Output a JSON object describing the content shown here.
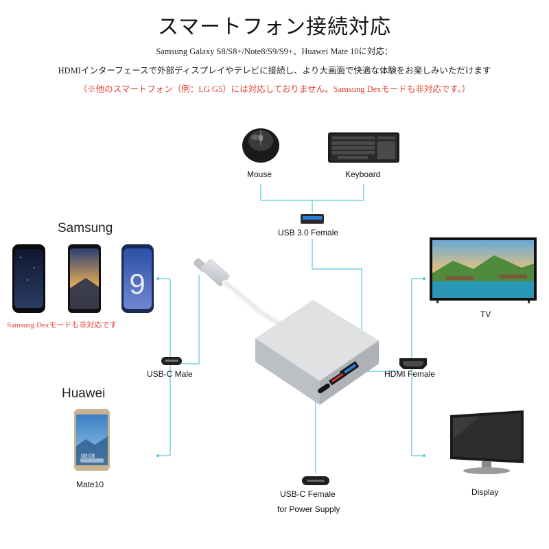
{
  "header": {
    "title": "スマートフォン接続対応",
    "line1": "Samsung Galaxy S8/S8+/Note8/S9/S9+、Huawei Mate 10に対応：",
    "line2": "HDMIインターフェースで外部ディスプレイやテレビに接続し、より大画面で快適な体験をお楽しみいただけます",
    "line3": "（※他のスマートフォン（例：LG G5）には対応しておりません。Samsung Dexモードも非対応です。）"
  },
  "devices": {
    "mouse": "Mouse",
    "keyboard": "Keyboard",
    "usb3": "USB 3.0 Female",
    "tv": "TV",
    "hdmi": "HDMI Female",
    "display": "Display",
    "usbc_female": "USB-C Female",
    "power": "for Power Supply",
    "usbc_male": "USB-C Male"
  },
  "phones": {
    "samsung_brand": "Samsung",
    "samsung_note": "Samsung Dexモードも非対応です",
    "huawei_brand": "Huawei",
    "huawei_model": "Mate10",
    "phone_clock": "08:08"
  },
  "colors": {
    "line": "#5bc6dc",
    "red": "#e23b2e",
    "hub": "#c9ccd0"
  }
}
